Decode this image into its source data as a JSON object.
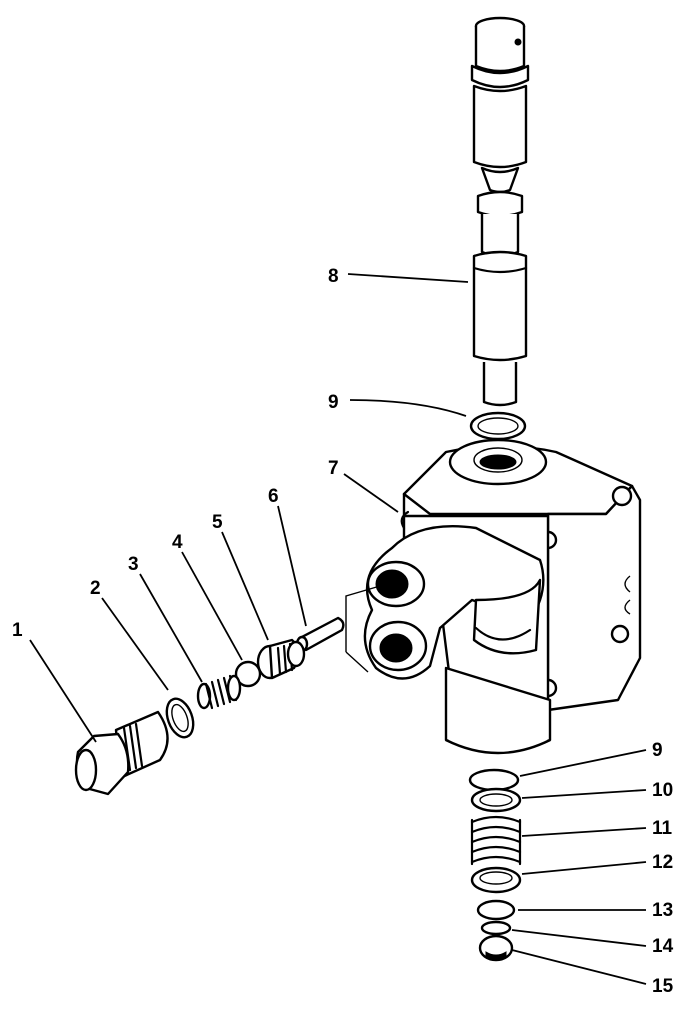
{
  "callouts": {
    "c1": "1",
    "c2": "2",
    "c3": "3",
    "c4": "4",
    "c5": "5",
    "c6": "6",
    "c7": "7",
    "c8": "8",
    "c9a": "9",
    "c9b": "9",
    "c10": "10",
    "c11": "11",
    "c12": "12",
    "c13": "13",
    "c14": "14",
    "c15": "15"
  },
  "colors": {
    "line": "#000000",
    "background": "#ffffff"
  }
}
